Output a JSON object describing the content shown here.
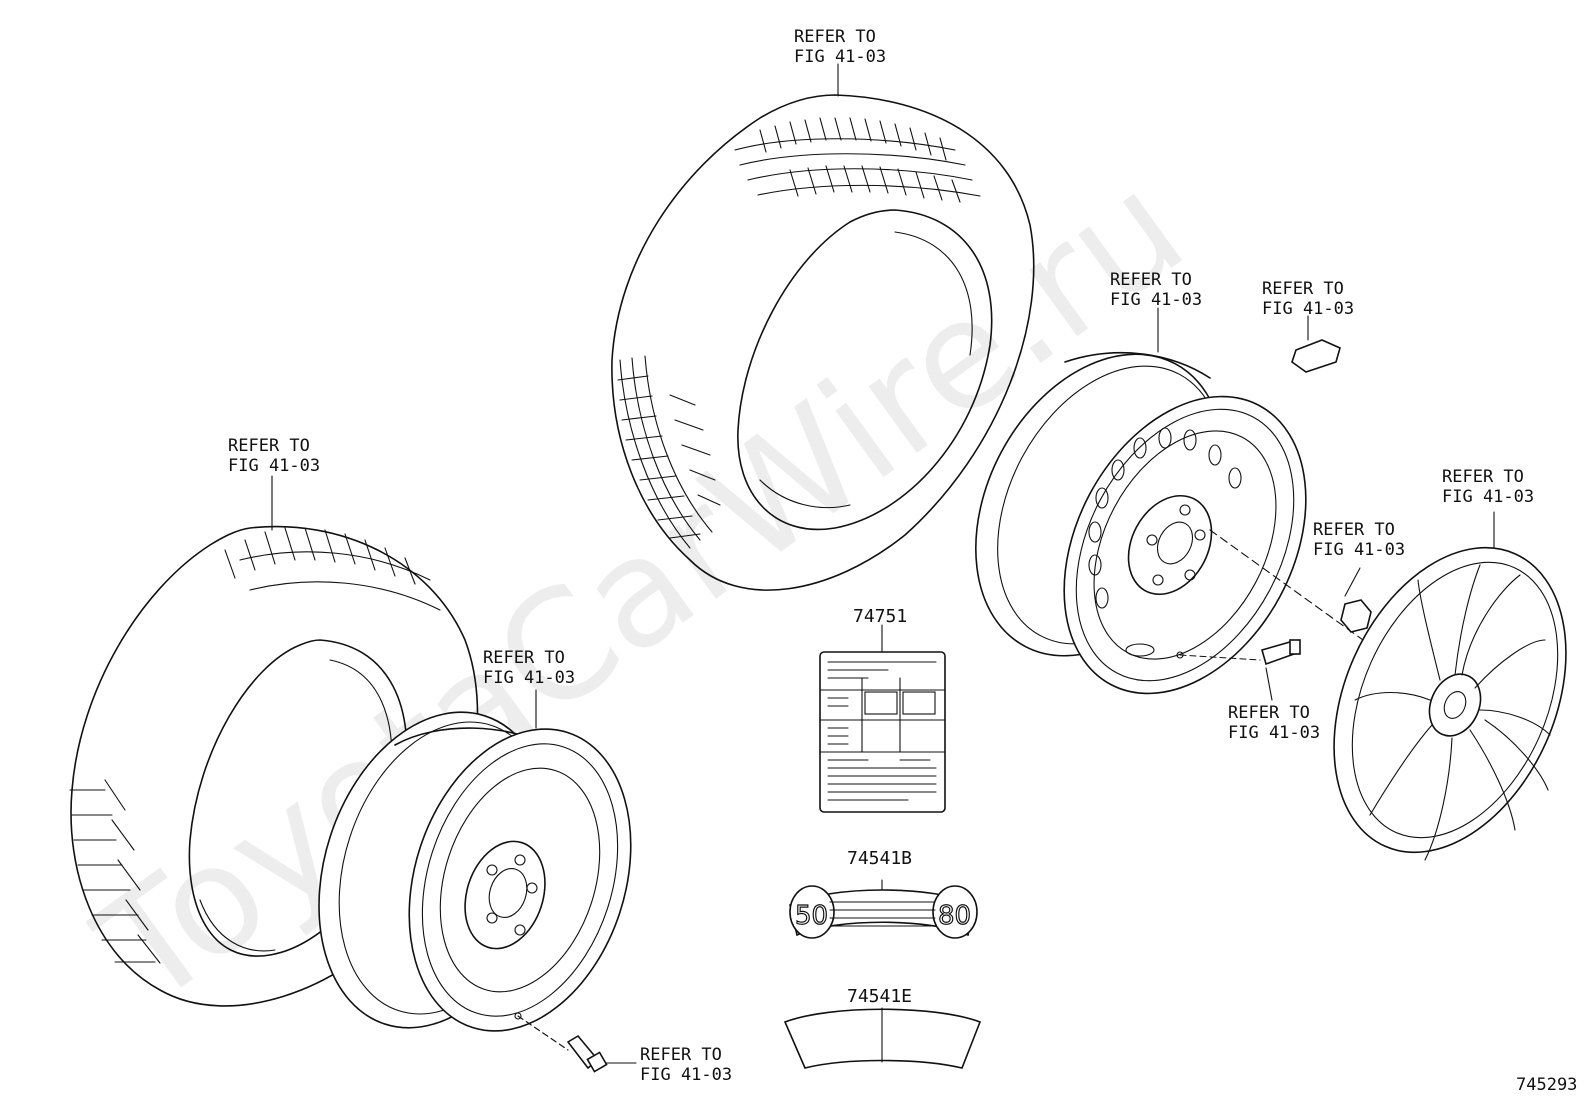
{
  "watermark": "ToyotaCarWire.ru",
  "callouts": {
    "top_tire": {
      "line1": "REFER TO",
      "line2": "FIG 41-03"
    },
    "left_tire": {
      "line1": "REFER TO",
      "line2": "FIG 41-03"
    },
    "left_wheel": {
      "line1": "REFER TO",
      "line2": "FIG 41-03"
    },
    "left_valve": {
      "line1": "REFER TO",
      "line2": "FIG 41-03"
    },
    "right_wheel": {
      "line1": "REFER TO",
      "line2": "FIG 41-03"
    },
    "balance_weight": {
      "line1": "REFER TO",
      "line2": "FIG 41-03"
    },
    "hub_nut": {
      "line1": "REFER TO",
      "line2": "FIG 41-03"
    },
    "right_valve": {
      "line1": "REFER TO",
      "line2": "FIG 41-03"
    },
    "wheel_cap": {
      "line1": "REFER TO",
      "line2": "FIG 41-03"
    }
  },
  "parts": {
    "pressure_label": "74751",
    "emblem_b": "74541B",
    "emblem_e": "74541E"
  },
  "emblem_b_digits": {
    "left": "50",
    "right": "80"
  },
  "figure_id": "745293"
}
